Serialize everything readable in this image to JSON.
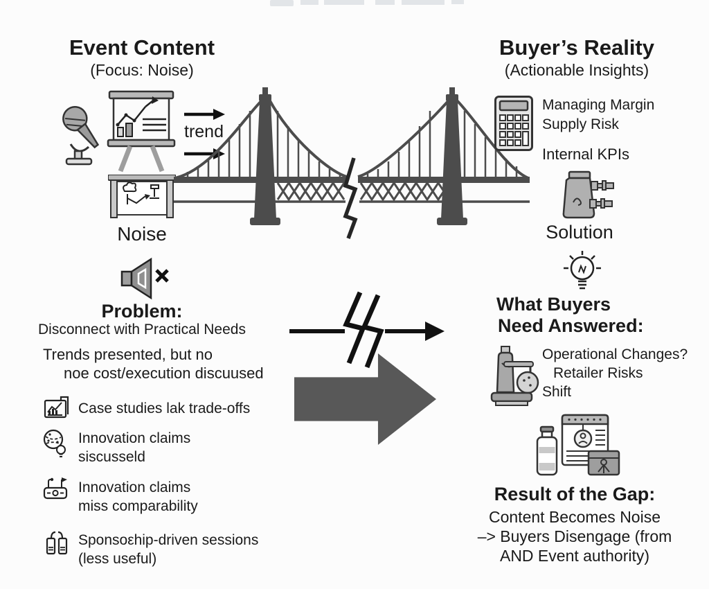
{
  "colors": {
    "background": "#fcfcfc",
    "ink": "#1a1a1a",
    "bridge_gray": "#4c4c4c",
    "big_arrow_gray": "#585858",
    "icon_fill_gray": "#a8a8a8"
  },
  "header": {
    "left_title": "Event Content",
    "left_subtitle": "(Focus: Noise)",
    "right_title": "Buyer’s Reality",
    "right_subtitle": "(Actionable Insights)"
  },
  "left": {
    "trend_label": "trend",
    "noise_label": "Noise",
    "problem_heading": "Problem:",
    "problem_subheading": "Disconnect with Practical Needs",
    "problem_line1": "Trends presented, but no",
    "problem_line2": "noe cost/execution discuused",
    "bullet1_line1": "Case studies lak trade-offs",
    "bullet2_line1": "Innovation claims",
    "bullet2_line2": "siscusseld",
    "bullet3_line1": "Innovation claims",
    "bullet3_line2": "miss comparability",
    "bullet4_line1": "Sponsoεhip-driven sessions",
    "bullet4_line2": "(less useful)"
  },
  "right": {
    "item1_line1": "Managing Margin",
    "item1_line2": "Supply Risk",
    "item2_label": "Internal KPIs",
    "solution_label": "Solution",
    "buyers_heading_line1": "What Buyers",
    "buyers_heading_line2": "Need Answered:",
    "buyers_line1": "Operational Changes?",
    "buyers_line2": "Retailer Risks",
    "buyers_line3": "Shift",
    "result_heading": "Result of the Gap:",
    "result_line1": "Content Becomes Noise",
    "result_line2": "–> Buyers Disengage (from",
    "result_line3": "AND Event authority)"
  },
  "icons": {
    "microphone-icon": "handheld microphone on stand",
    "presentation-board-icon": "easel board with trend chart",
    "whiteboard-icon": "framed whiteboard with scribbles",
    "trend-arrow-icon": "right arrow",
    "muted-speaker-icon": "speaker with X (muted)",
    "chart-document-icon": "document with mini chart",
    "globe-bulb-icon": "globe with lightbulb",
    "machine-box-icon": "machine box with flags",
    "vest-icon": "vest with pockets",
    "calculator-icon": "calculator",
    "solution-machine-icon": "machine with nozzles",
    "lightbulb-icon": "glowing lightbulb",
    "operations-machine-icon": "lab machine with flask",
    "result-supplies-icon": "bottle, clipboard and package",
    "broken-bridge-icon": "suspension bridge broken in middle",
    "lightning-crack-icon": "lightning bolt crack",
    "big-arrow-icon": "large gray block arrow"
  }
}
